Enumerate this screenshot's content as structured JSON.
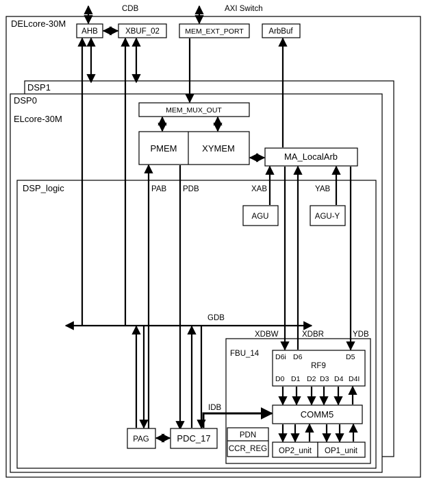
{
  "top_labels": {
    "cdb": "CDB",
    "axi_switch": "AXI Switch"
  },
  "containers": {
    "outer": "DELcore-30M",
    "dsp1": "DSP1",
    "dsp0": "DSP0",
    "elcore": "ELcore-30M",
    "dsp_logic": "DSP_logic",
    "fbu": "FBU_14"
  },
  "blocks": {
    "ahb": "AHB",
    "xbuf": "XBUF_02",
    "mem_ext_port": "MEM_EXT_PORT",
    "arbbuf": "ArbBuf",
    "mem_mux_out": "MEM_MUX_OUT",
    "pmem": "PMEM",
    "xymem": "XYMEM",
    "ma_localarb": "MA_LocalArb",
    "agu": "AGU",
    "agu_y": "AGU-Y",
    "rf9": "RF9",
    "comm5": "COMM5",
    "pag": "PAG",
    "pdc": "PDC_17",
    "pdn": "PDN",
    "ccr_reg": "CCR_REG",
    "op2": "OP2_unit",
    "op1": "OP1_unit"
  },
  "buses": {
    "pab": "PAB",
    "pdb": "PDB",
    "xab": "XAB",
    "yab": "YAB",
    "gdb": "GDB",
    "xdbw": "XDBW",
    "xdbr": "XDBR",
    "ydb": "YDB",
    "idb": "IDB"
  },
  "rf_ports": {
    "d6i": "D6i",
    "d6": "D6",
    "d5": "D5",
    "d0": "D0",
    "d1": "D1",
    "d2": "D2",
    "d3": "D3",
    "d4": "D4",
    "d4i": "D4I"
  }
}
